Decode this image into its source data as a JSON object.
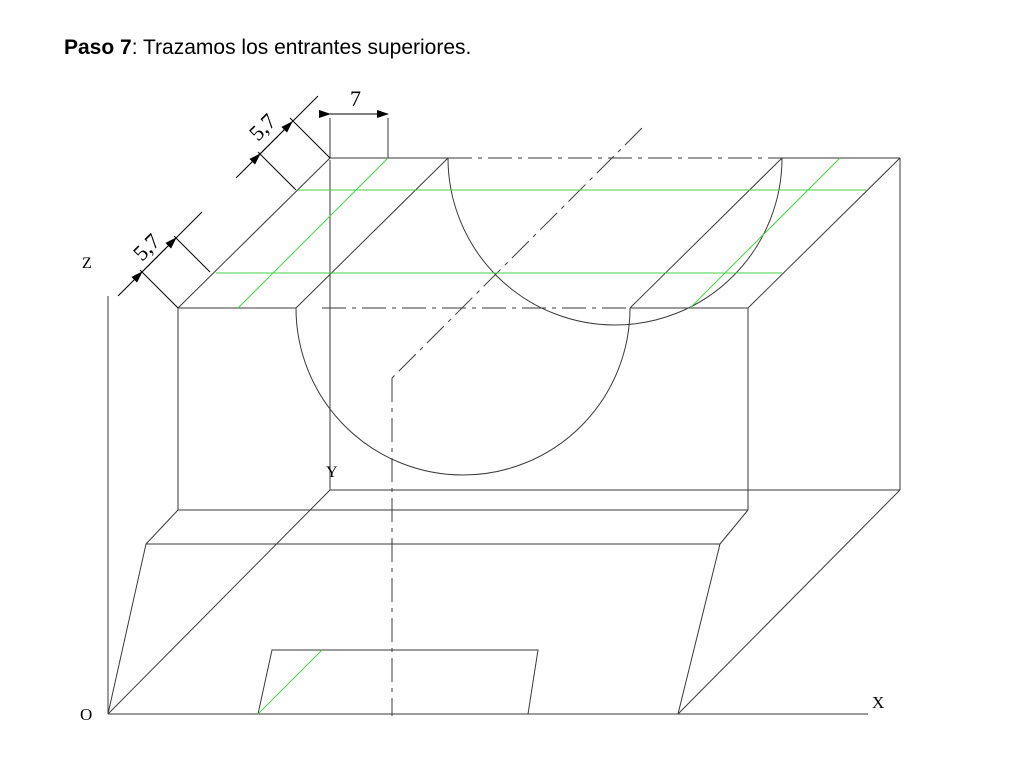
{
  "title": {
    "step": "Paso 7",
    "text": ": Trazamos los entrantes superiores."
  },
  "axes": {
    "z": "Z",
    "y": "Y",
    "x": "X",
    "origin": "O"
  },
  "dimensions": {
    "top": "7",
    "depth_1": "5,7",
    "depth_2": "5,7"
  },
  "colors": {
    "line": "#3a3a3a",
    "highlight": "#46d246"
  }
}
